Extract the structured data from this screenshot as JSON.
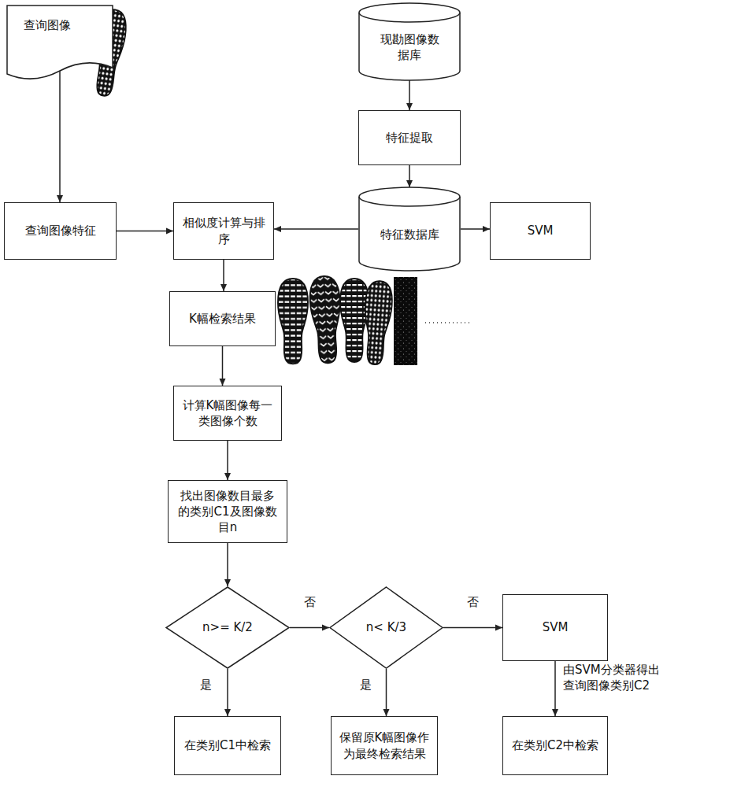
{
  "diagram": {
    "nodes": [
      {
        "text": [
          "查询图像"
        ]
      },
      {
        "text": [
          "现勘图像数据库"
        ]
      },
      {
        "text": [
          "特征提取"
        ]
      },
      {
        "text": [
          "查询图像特征"
        ]
      },
      {
        "text": [
          "相似度计算与排序"
        ]
      },
      {
        "text": [
          "特征数据库"
        ]
      },
      {
        "text": [
          "SVM"
        ]
      },
      {
        "text": [
          "K幅检索结果"
        ]
      },
      {
        "text": [
          "计算K幅图像每一类图像个数"
        ]
      },
      {
        "text": [
          "找出图像数目最多的类别C1及图像数目n"
        ]
      },
      {
        "text": [
          "n>= K/2"
        ]
      },
      {
        "text": [
          "n< K/3"
        ]
      },
      {
        "text": [
          "SVM"
        ]
      },
      {
        "text": [
          "在类别C1中检索"
        ]
      },
      {
        "text": [
          "保留原K幅图像作为最终检索结果"
        ]
      },
      {
        "text": [
          "在类别C2中检索"
        ]
      }
    ],
    "edges": [
      {
        "from": 0,
        "to": 3,
        "arrow": "to"
      },
      {
        "from": 1,
        "to": 2,
        "arrow": "to"
      },
      {
        "from": 2,
        "to": 5,
        "arrow": "to"
      },
      {
        "from": 3,
        "to": 4,
        "arrow": "to"
      },
      {
        "from": 5,
        "to": 4,
        "arrow": "to"
      },
      {
        "from": 5,
        "to": 6,
        "arrow": "to"
      },
      {
        "from": 4,
        "to": 7,
        "arrow": "to"
      },
      {
        "from": 7,
        "to": 8,
        "arrow": "to"
      },
      {
        "from": 8,
        "to": 9,
        "arrow": "to"
      },
      {
        "from": 9,
        "to": 10,
        "arrow": "to"
      },
      {
        "from": 10,
        "to": 11,
        "label": "否",
        "arrow": "to"
      },
      {
        "from": 10,
        "to": 13,
        "label": "是",
        "arrow": "to"
      },
      {
        "from": 11,
        "to": 12,
        "label": "否",
        "arrow": "to"
      },
      {
        "from": 11,
        "to": 14,
        "label": "是",
        "arrow": "to"
      },
      {
        "from": 12,
        "to": 15,
        "label": "由SVM分类器得出查询图像类别C2",
        "arrow": "to"
      }
    ]
  }
}
